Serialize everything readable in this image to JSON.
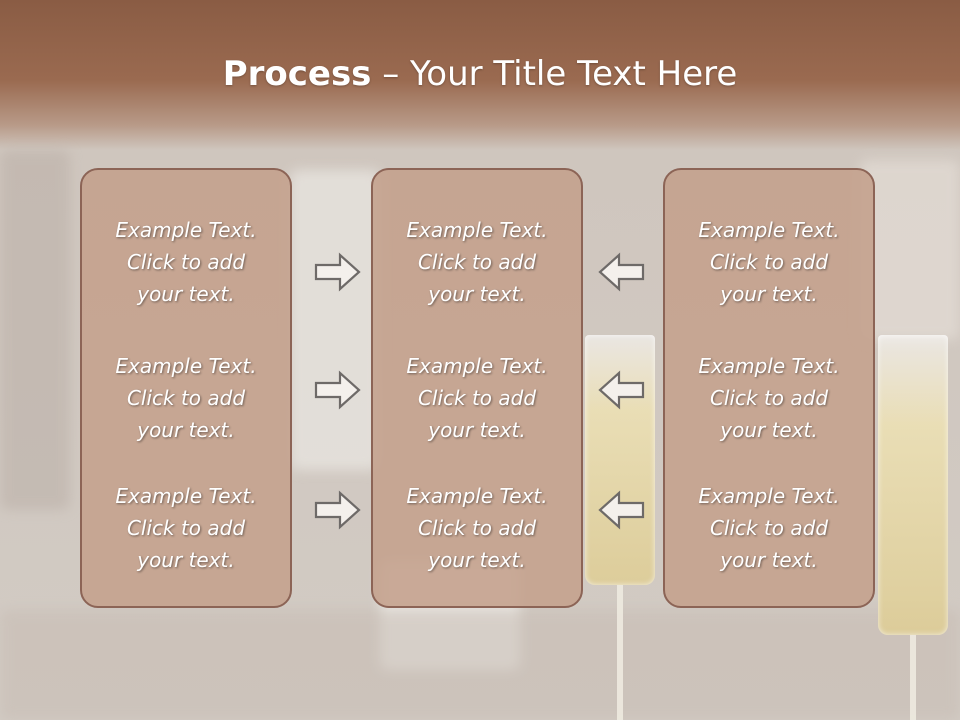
{
  "slide": {
    "title_strong": "Process",
    "title_rest": " – Your Title Text Here"
  },
  "columns": [
    {
      "blocks": [
        {
          "l1": "Example Text.",
          "l2": "Click  to add",
          "l3": "your text."
        },
        {
          "l1": "Example Text.",
          "l2": "Click  to add",
          "l3": "your text."
        },
        {
          "l1": "Example Text.",
          "l2": "Click  to add",
          "l3": "your text."
        }
      ]
    },
    {
      "blocks": [
        {
          "l1": "Example Text.",
          "l2": "Click  to add",
          "l3": "your text."
        },
        {
          "l1": "Example Text.",
          "l2": "Click  to add",
          "l3": "your text."
        },
        {
          "l1": "Example Text.",
          "l2": "Click  to add",
          "l3": "your text."
        }
      ]
    },
    {
      "blocks": [
        {
          "l1": "Example Text.",
          "l2": "Click  to add",
          "l3": "your text."
        },
        {
          "l1": "Example Text.",
          "l2": "Click  to add",
          "l3": "your text."
        },
        {
          "l1": "Example Text.",
          "l2": "Click  to add",
          "l3": "your text."
        }
      ]
    }
  ],
  "arrows": {
    "left_group": "arrow-right-icon",
    "right_group": "arrow-left-icon"
  },
  "colors": {
    "title_bar": "#9a6a50",
    "panel_fill": "#c4a08c",
    "panel_border": "#8c6456",
    "text": "#ffffff"
  }
}
